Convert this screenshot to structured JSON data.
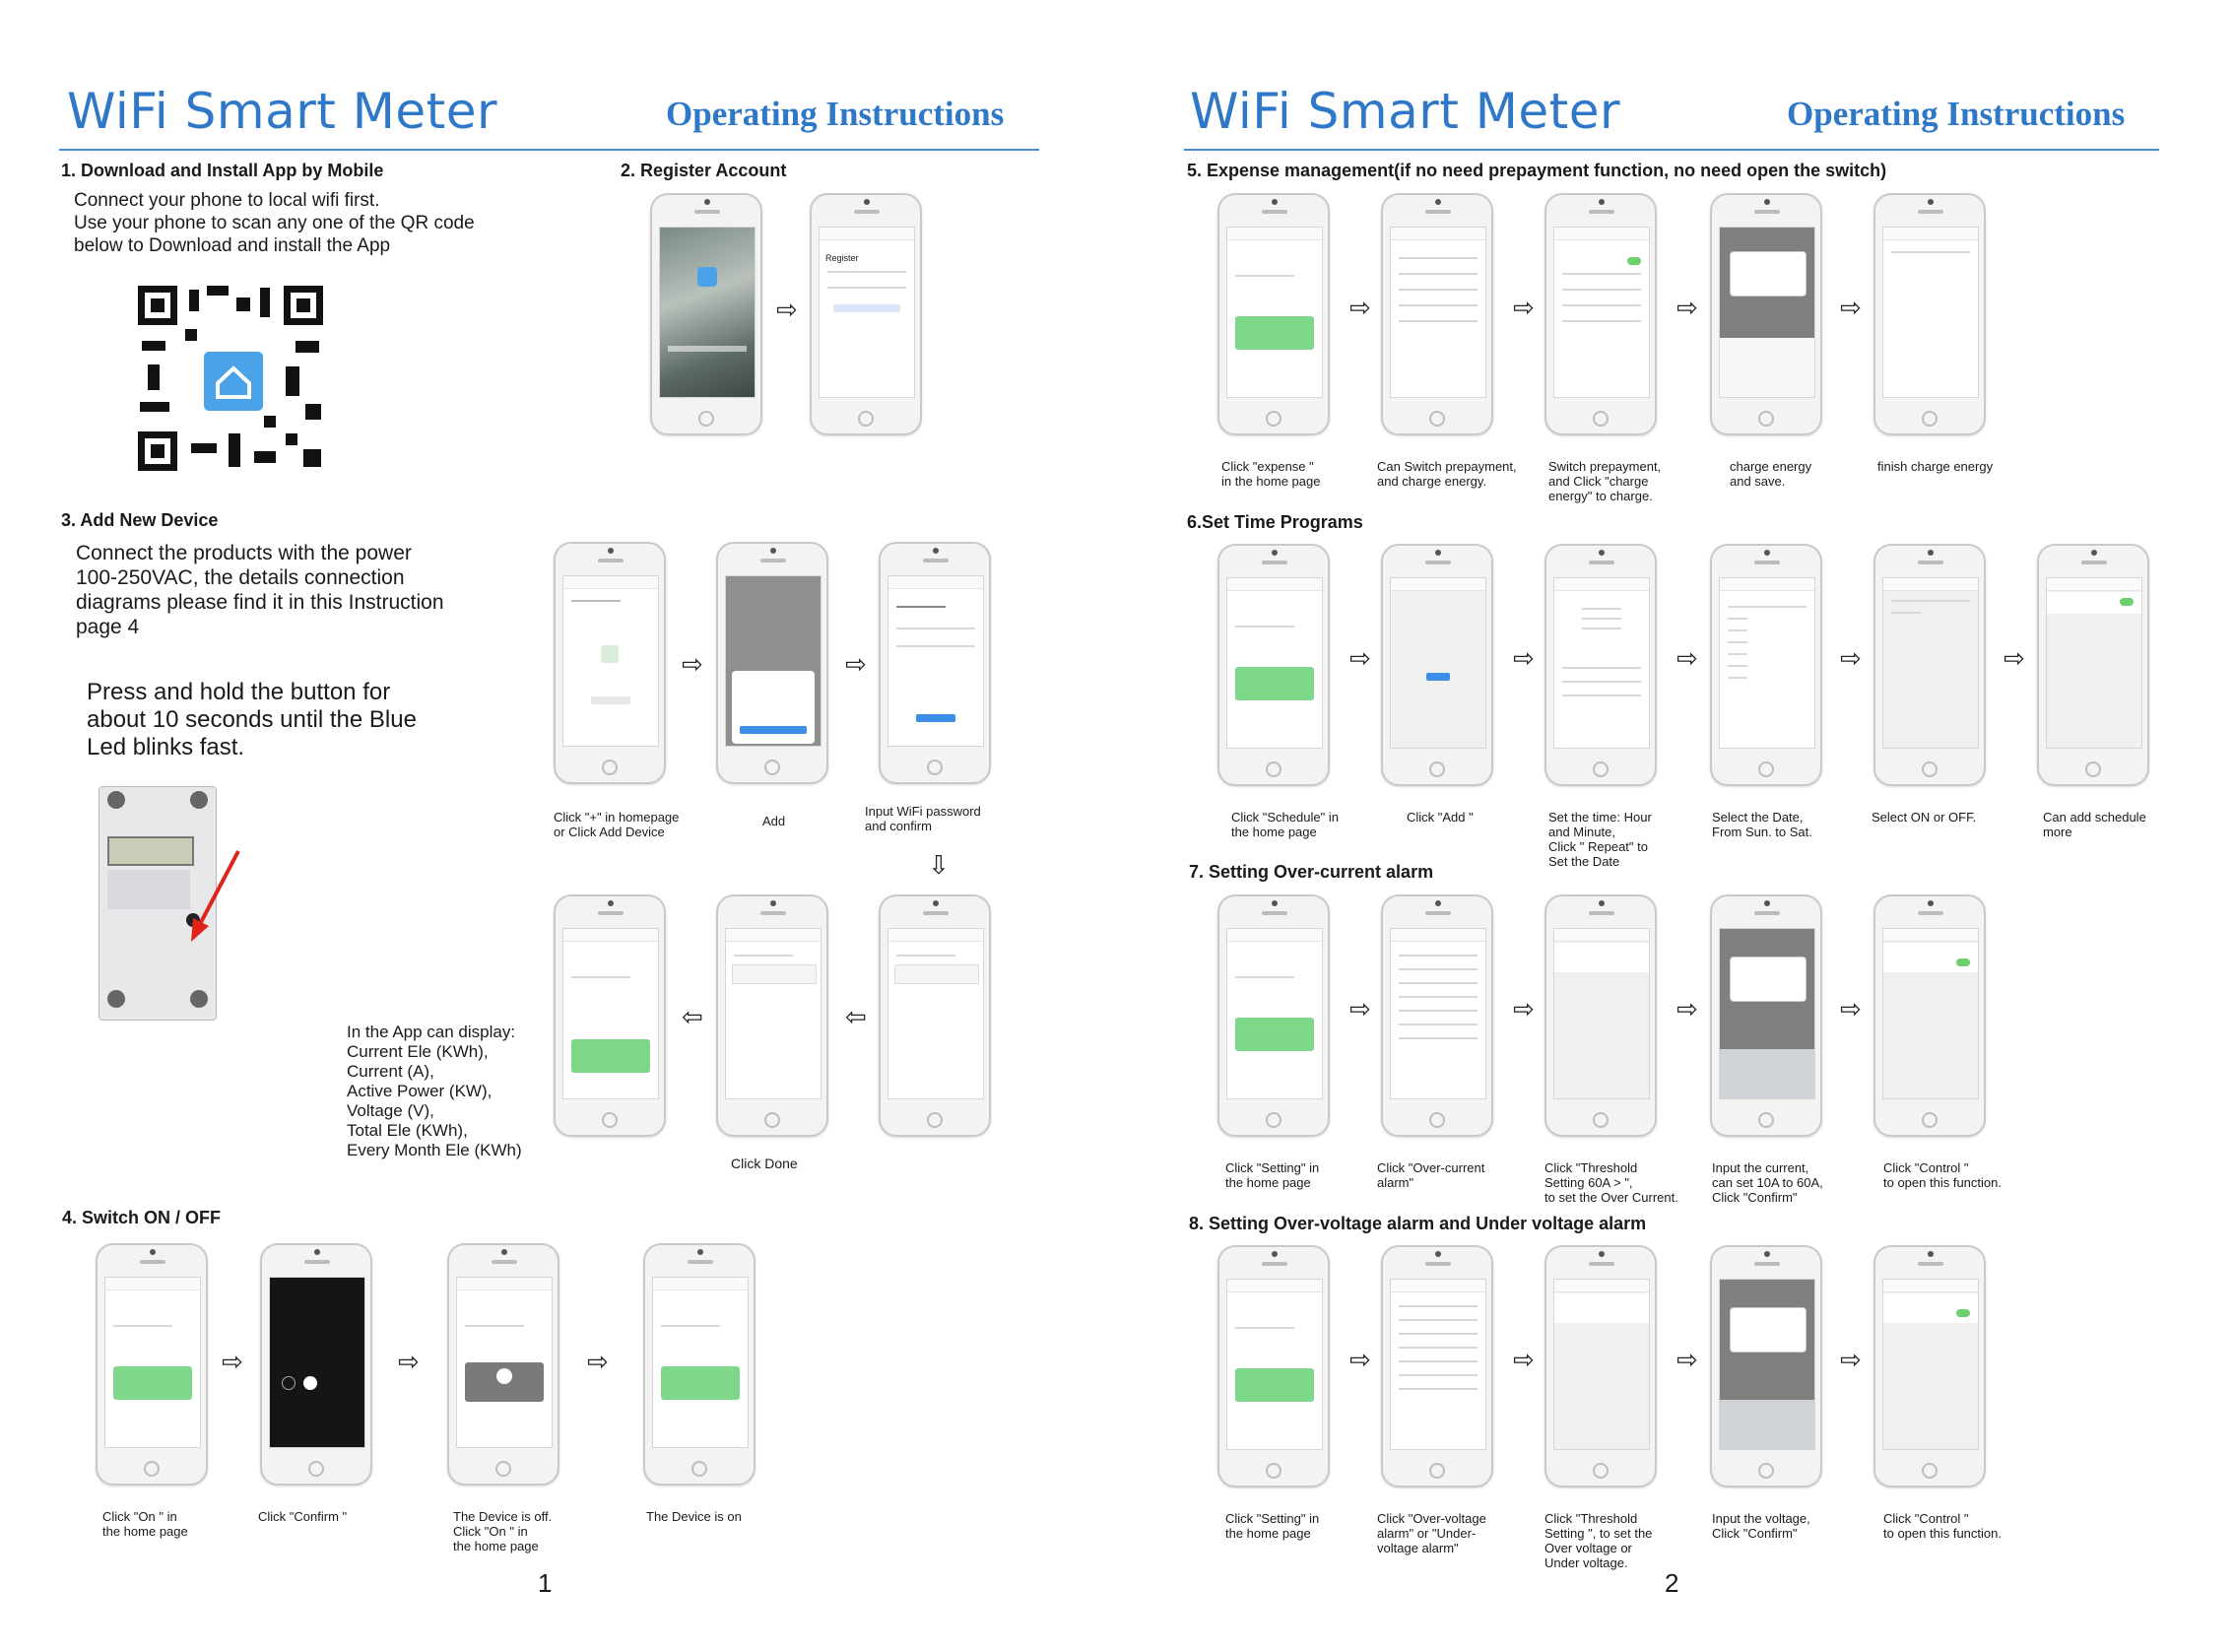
{
  "left_page": {
    "title": "WiFi Smart Meter",
    "subtitle": "Operating Instructions",
    "page_number": "1",
    "sec1": {
      "heading": "1. Download and Install App by Mobile",
      "text": "Connect your phone to local wifi first.\nUse your phone to scan any one of the QR code\nbelow to Download and install the App"
    },
    "sec2": {
      "heading": "2. Register Account",
      "register_label": "Register"
    },
    "sec3": {
      "heading": "3. Add New Device",
      "text": "Connect the products with the power\n100-250VAC, the details connection\ndiagrams please find it in this Instruction\npage 4",
      "press_text": "Press and hold the button for\nabout 10 seconds until the Blue\nLed blinks fast.",
      "captions": [
        "Click \"+\" in homepage\nor Click Add Device",
        "Add",
        "Input WiFi password\nand confirm",
        "Click Done"
      ],
      "display_text": "In the App can display:\nCurrent Ele (KWh),\nCurrent  (A),\nActive Power (KW),\nVoltage (V),\nTotal Ele (KWh),\nEvery Month Ele (KWh)"
    },
    "sec4": {
      "heading": "4. Switch ON / OFF",
      "captions": [
        "Click \"On    \" in\nthe home page",
        "Click \"Confirm    \"",
        "The Device is off.\nClick \"On    \" in\nthe home page",
        "The Device is on"
      ]
    }
  },
  "right_page": {
    "title": "WiFi Smart Meter",
    "subtitle": "Operating Instructions",
    "page_number": "2",
    "sec5": {
      "heading": "5. Expense management(if no need prepayment function, no need open the switch)",
      "captions": [
        "Click \"expense      \"\nin the home page",
        "Can Switch prepayment,\nand charge energy.",
        "Switch prepayment,\nand Click \"charge\nenergy\" to charge.",
        "charge energy\nand save.",
        "finish charge energy"
      ]
    },
    "sec6": {
      "heading": "6.Set Time Programs",
      "captions": [
        "Click \"Schedule\" in\nthe home page",
        "Click \"Add \"",
        "Set the time: Hour\nand Minute,\nClick \" Repeat\" to\nSet the Date",
        "Select the Date,\nFrom Sun. to Sat.",
        "Select ON or OFF.",
        "Can add schedule\nmore"
      ]
    },
    "sec7": {
      "heading": "7. Setting Over-current alarm",
      "captions": [
        "Click \"Setting\" in\nthe home page",
        "Click \"Over-current\nalarm\"",
        "Click \"Threshold\nSetting  60A > \",\nto set the Over Current.",
        "Input the current,\ncan set 10A to 60A,\nClick \"Confirm\"",
        "Click \"Control      \"\nto open this function."
      ]
    },
    "sec8": {
      "heading": "8. Setting Over-voltage alarm and Under voltage alarm",
      "captions": [
        "Click \"Setting\" in\nthe home page",
        "Click \"Over-voltage\nalarm\" or \"Under-\nvoltage alarm\"",
        "Click \"Threshold\nSetting \", to set the\nOver voltage or\nUnder voltage.",
        "Input the voltage,\nClick \"Confirm\"",
        "Click \"Control      \"\nto open this function."
      ]
    }
  },
  "colors": {
    "title_blue": "#2f78c8",
    "screen_green": "#7ed88a",
    "button_blue": "#3c8ee6"
  },
  "icons": {
    "arrow_right": "right-arrow-icon",
    "arrow_left": "left-arrow-icon",
    "arrow_down": "down-arrow-icon"
  }
}
